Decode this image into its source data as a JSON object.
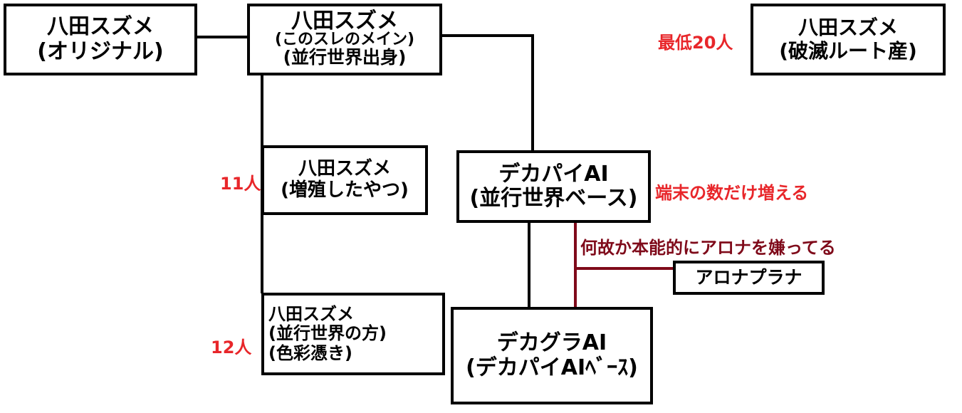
{
  "nodes": {
    "original": [
      "八田スズメ",
      "(オリジナル)"
    ],
    "main": [
      "八田スズメ",
      "(このスレのメイン)",
      "(並行世界出身)"
    ],
    "ruin": [
      "八田スズメ",
      "(破滅ルート産)"
    ],
    "multiplied": [
      "八田スズメ",
      "(増殖したやつ)"
    ],
    "parallel": [
      "八田スズメ",
      "(並行世界の方)",
      "(色彩憑き)"
    ],
    "dekapai": [
      "デカパイAI",
      "(並行世界ベース)"
    ],
    "dekagura": [
      "デカグラAI",
      "(デカパイAIﾍﾞｰｽ)"
    ],
    "arona": [
      "アロナプラナ"
    ]
  },
  "labels": {
    "ruin_count": "最低20人",
    "multiplied_count": "11人",
    "parallel_count": "12人",
    "dekapai_note": "端末の数だけ増える",
    "arona_note": "何故か本能的にアロナを嫌ってる"
  },
  "colors": {
    "red": "#e8262a",
    "dark_red": "#7f0a1a"
  }
}
